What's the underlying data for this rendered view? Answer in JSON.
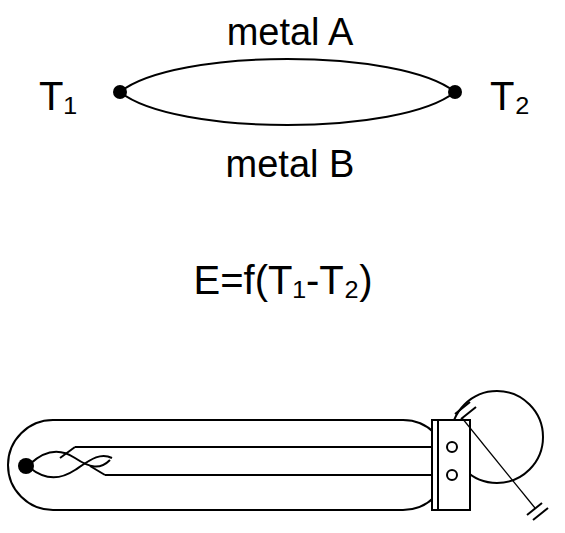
{
  "diagram": {
    "labels": [
      "metal A",
      "T₁",
      "T₂",
      "metal B",
      "E=f(T₁-T₂)"
    ]
  }
}
